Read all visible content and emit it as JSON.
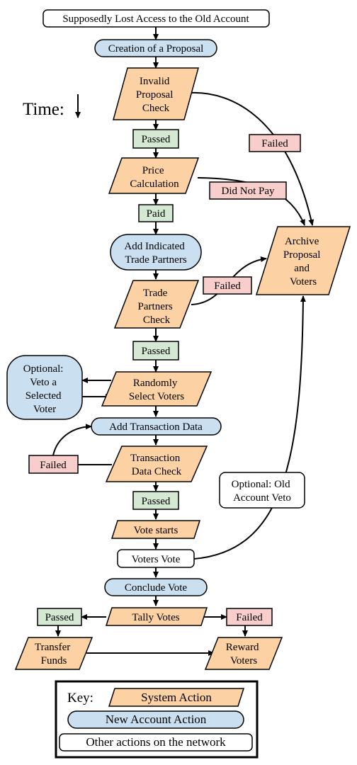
{
  "colors": {
    "system": "#fcd1a3",
    "account": "#cadff0",
    "passed": "#d5e8d4",
    "failed": "#f8cecc",
    "other": "#ffffff",
    "stroke": "#000000"
  },
  "time_label": "Time:",
  "nodes": {
    "start": "Supposedly Lost Access to the Old Account",
    "create_proposal": "Creation of a Proposal",
    "invalid_check": [
      "Invalid",
      "Proposal",
      "Check"
    ],
    "passed_1": "Passed",
    "failed_1": "Failed",
    "price_calc": [
      "Price",
      "Calculation"
    ],
    "did_not_pay": "Did Not Pay",
    "paid": "Paid",
    "add_partners": [
      "Add Indicated",
      "Trade Partners"
    ],
    "archive": [
      "Archive",
      "Proposal",
      "and",
      "Voters"
    ],
    "partners_check": [
      "Trade",
      "Partners",
      "Check"
    ],
    "failed_2": "Failed",
    "passed_2": "Passed",
    "veto_voter": [
      "Optional:",
      "Veto a",
      "Selected",
      "Voter"
    ],
    "select_voters": [
      "Randomly",
      "Select Voters"
    ],
    "add_tx": "Add Transaction Data",
    "failed_3": "Failed",
    "tx_check": [
      "Transaction",
      "Data Check"
    ],
    "passed_3": "Passed",
    "old_veto": [
      "Optional: Old",
      "Account Veto"
    ],
    "vote_starts": "Vote starts",
    "voters_vote": "Voters Vote",
    "conclude": "Conclude Vote",
    "passed_4": "Passed",
    "tally": "Tally Votes",
    "failed_4": "Failed",
    "transfer": [
      "Transfer",
      "Funds"
    ],
    "reward": [
      "Reward",
      "Voters"
    ]
  },
  "key": {
    "title": "Key:",
    "system": "System Action",
    "account": "New Account Action",
    "other": "Other actions on the network"
  }
}
